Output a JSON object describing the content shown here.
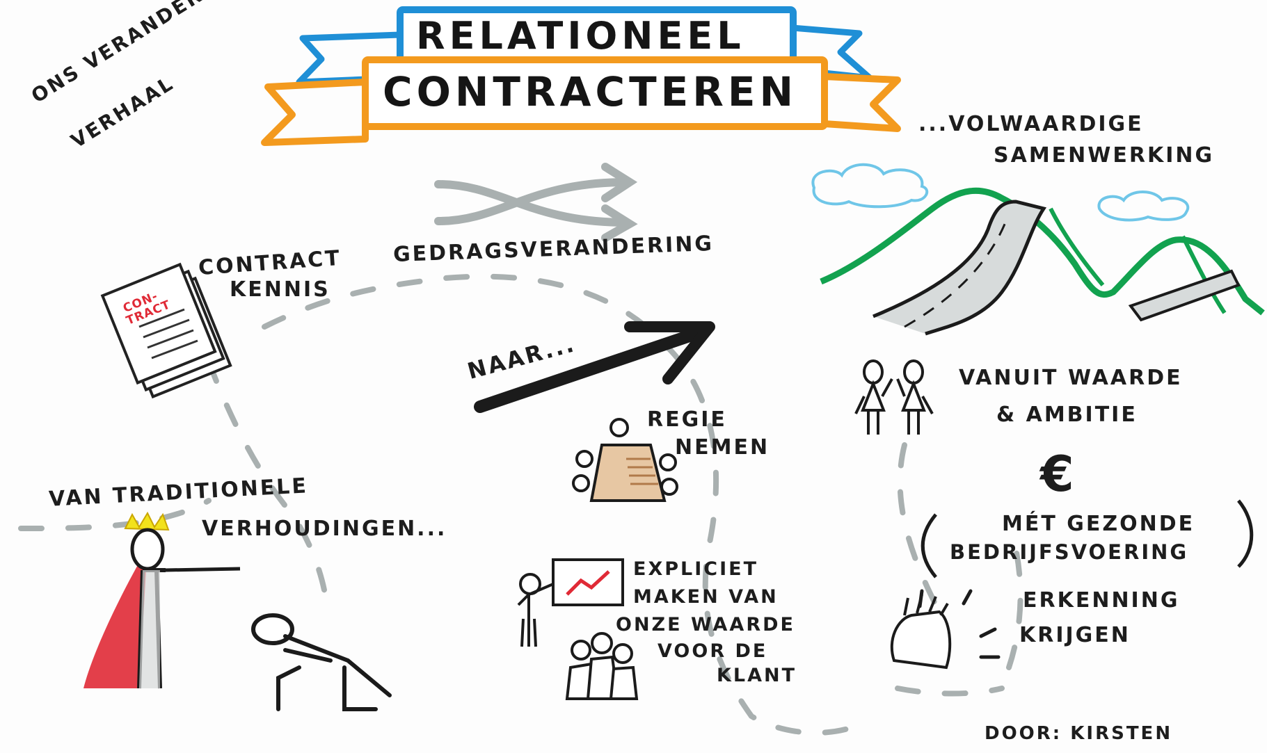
{
  "title": {
    "line1": "RELATIONEEL",
    "line2": "CONTRACTEREN"
  },
  "corner_note": {
    "line1": "ONS VERANDER",
    "line2": "VERHAAL"
  },
  "contract_doc": {
    "stamp_line1": "CON-",
    "stamp_line2": "TRACT"
  },
  "labels": {
    "contract_kennis_1": "CONTRACT",
    "contract_kennis_2": "KENNIS",
    "gedragsverandering": "GEDRAGSVERANDERING",
    "naar": "NAAR...",
    "van_traditionele": "VAN TRADITIONELE",
    "verhoudingen": "VERHOUDINGEN...",
    "regie_1": "REGIE",
    "regie_2": "NEMEN",
    "expliciet_1": "EXPLICIET",
    "expliciet_2": "MAKEN VAN",
    "expliciet_3": "ONZE WAARDE",
    "expliciet_4": "VOOR DE",
    "expliciet_5": "KLANT",
    "volwaardige_1": "...VOLWAARDIGE",
    "volwaardige_2": "SAMENWERKING",
    "vanuit_1": "VANUIT WAARDE",
    "vanuit_2": "& AMBITIE",
    "euro": "€",
    "gezonde_1": "MÉT GEZONDE",
    "gezonde_2": "BEDRIJFSVOERING",
    "erkenning_1": "ERKENNING",
    "erkenning_2": "KRIJGEN",
    "door": "DOOR: KIRSTEN"
  },
  "colors": {
    "ink": "#1d1d1d",
    "gray_marker": "#a9b0b0",
    "blue_ribbon": "#1f8fd6",
    "orange_ribbon": "#f39a1e",
    "green_hills": "#12a24f",
    "cloud_blue": "#6fc6e8",
    "red_accent": "#e02a36",
    "crown_yellow": "#f2e21c",
    "table_brown": "#b07a4a"
  }
}
